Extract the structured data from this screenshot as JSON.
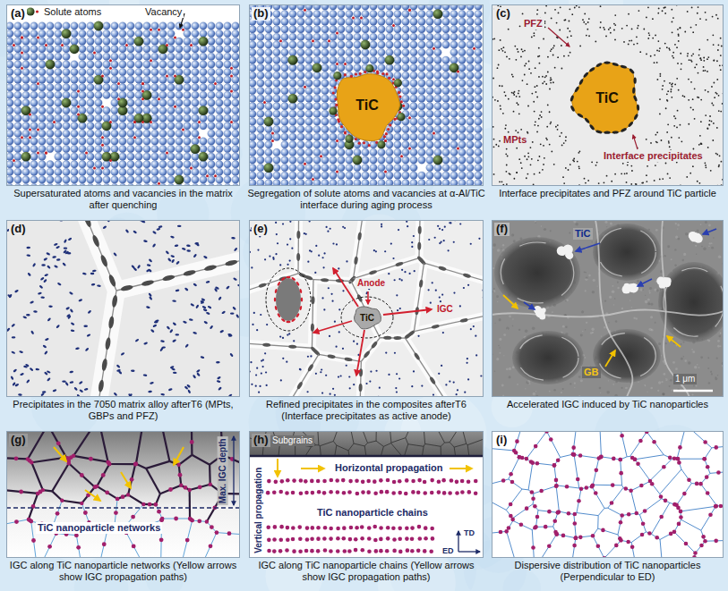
{
  "diagram": {
    "nodes": [
      {
        "text": [
          "(a)",
          "Supersaturated atoms and vacancies in the matrix after quenching"
        ]
      },
      {
        "text": [
          "(b)",
          "Segregation of solute atoms and vacancies at α-Al/TiC interface during aging process"
        ]
      },
      {
        "text": [
          "TiC"
        ],
        "in": 1
      },
      {
        "text": [
          "(c)",
          "Interface precipitates and PFZ around TiC particle"
        ]
      },
      {
        "text": [
          "TiC"
        ],
        "in": 3
      },
      {
        "text": [
          "(d)",
          "Precipitates in the 7050 matrix alloy afterT6 (MPts, GBPs and PFZ)"
        ]
      },
      {
        "text": [
          "(e)",
          "Refined precipitates in the composites afterT6 (Interface precipitates as active anode)"
        ]
      },
      {
        "text": [
          "TiC"
        ],
        "in": 6
      },
      {
        "text": [
          "(f)",
          "Accelerated IGC induced by TiC nanoparticles"
        ]
      },
      {
        "text": [
          "(g)",
          "IGC along TiC nanoparticle networks (Yellow arrows show IGC propagation paths)"
        ]
      },
      {
        "text": [
          "(h)",
          "IGC along TiC nanoparticle chains (Yellow arrows show IGC propagation paths)"
        ]
      },
      {
        "text": [
          "(i)",
          "Dispersive distribution of TiC nanoparticles (Perpendicular to ED)"
        ]
      }
    ],
    "labels": [
      "Solute atoms",
      "Vacancy",
      "PFZ",
      "MPts",
      "Interface precipitates",
      "Anode",
      "IGC",
      "TiC",
      "GB",
      "1 μm",
      "Max. IGC depth",
      "TiC nanoparticle networks",
      "Subgrains",
      "Horizontal propagation",
      "Vertical propagation",
      "TiC nanoparticle chains",
      "TD",
      "ED"
    ]
  }
}
